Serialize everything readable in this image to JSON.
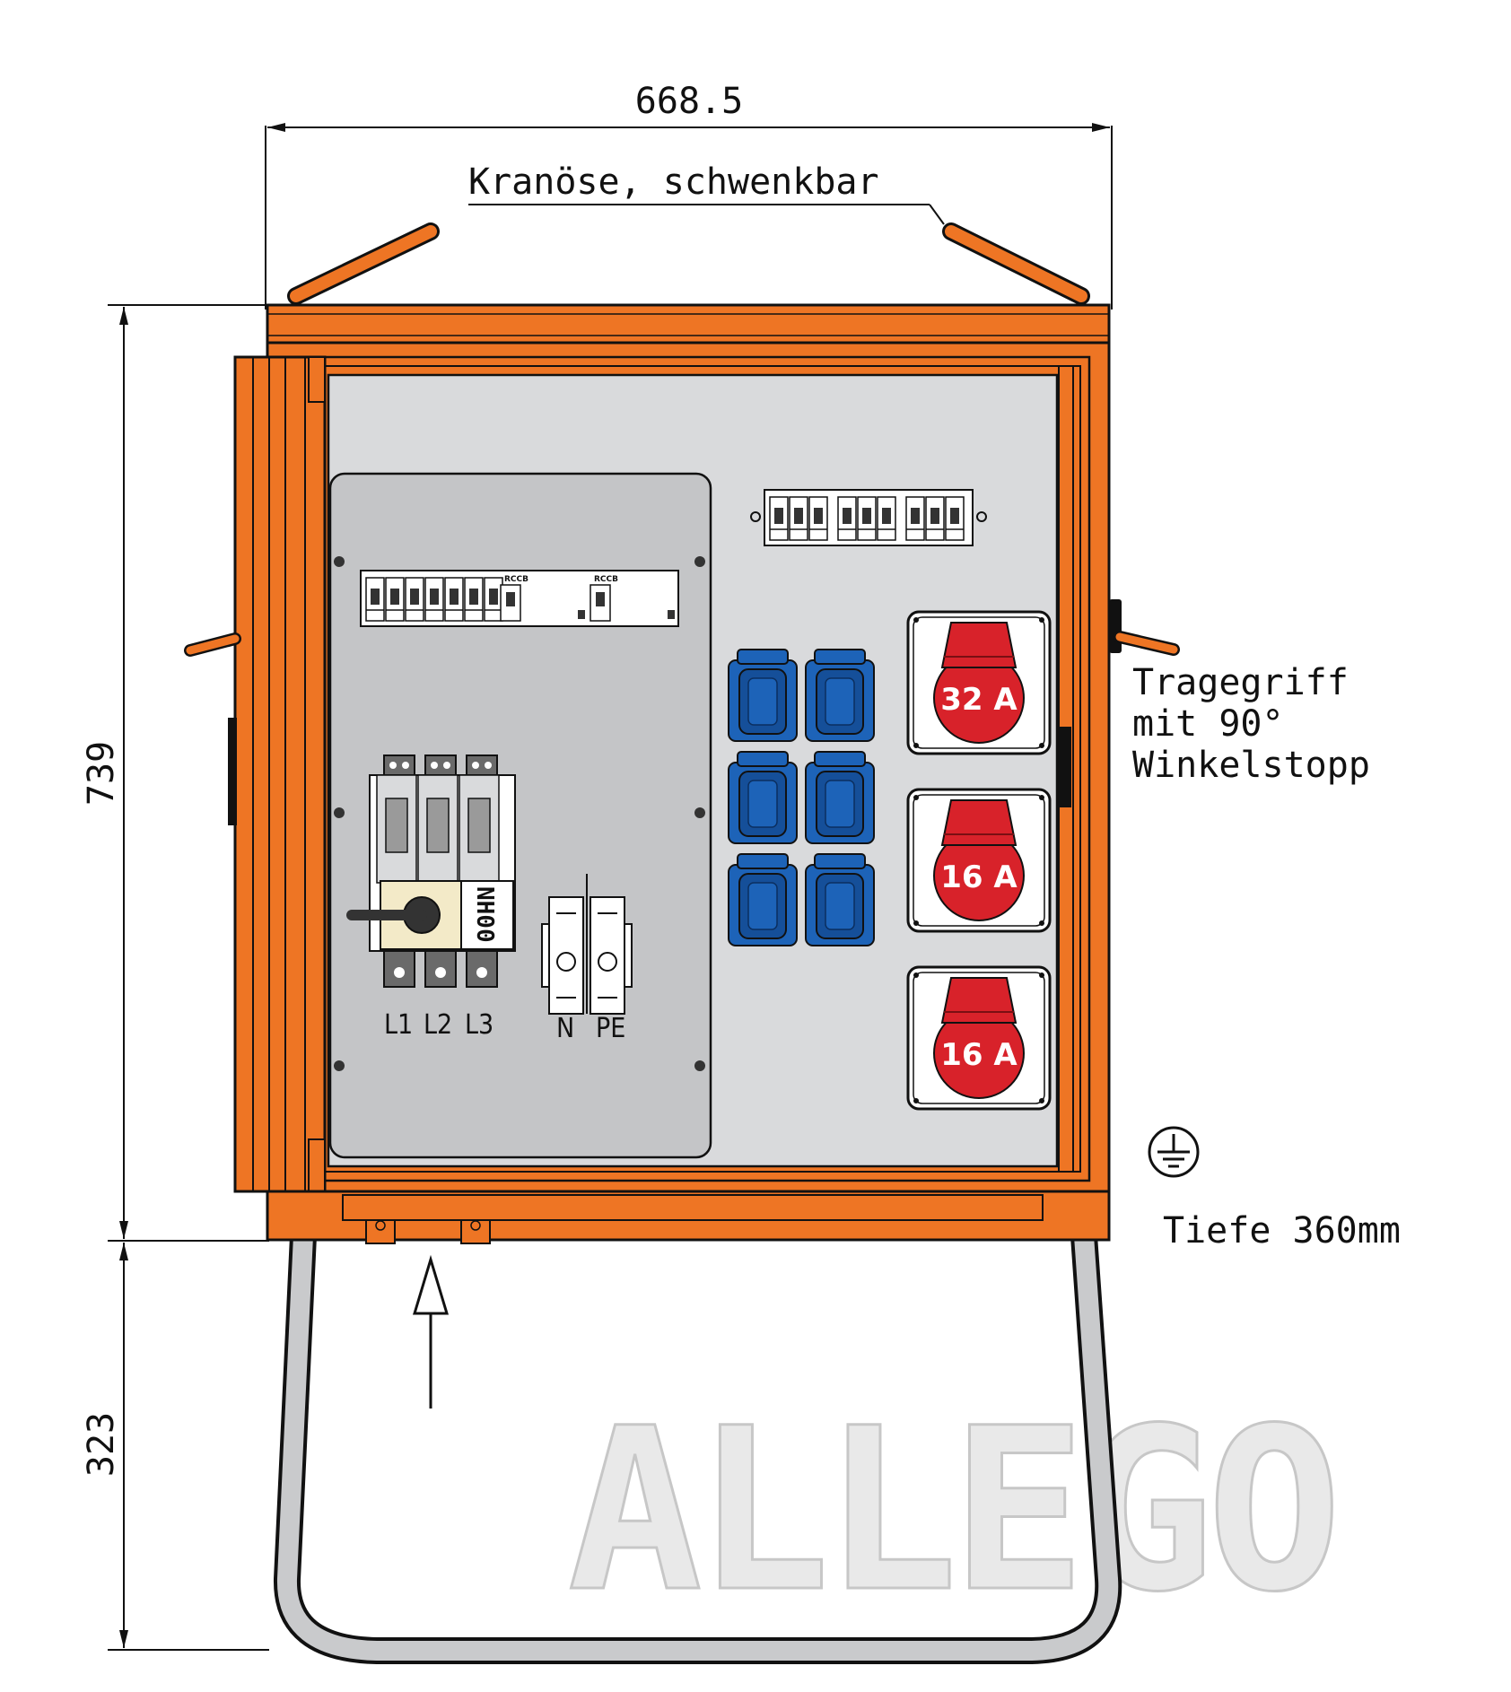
{
  "dimensions": {
    "width": "668.5",
    "height_cabinet": "739",
    "height_stand": "323"
  },
  "labels": {
    "crane_eye": "Kranöse, schwenkbar",
    "handle_line1": "Tragegriff",
    "handle_line2": "mit 90°",
    "handle_line3": "Winkelstopp",
    "depth": "Tiefe 360mm",
    "switch_text": "NH00",
    "rccb_1": "RCCB",
    "rccb_2": "RCCB",
    "phase_l1": "L1",
    "phase_l2": "L2",
    "phase_l3": "L3",
    "neutral": "N",
    "protective_earth": "PE"
  },
  "cee_sockets": [
    {
      "rating": "32 A"
    },
    {
      "rating": "16 A"
    },
    {
      "rating": "16 A"
    }
  ],
  "schuko_socket_count": 6,
  "watermark": "ALLEGO",
  "colors": {
    "enclosure_orange": "#ee7524",
    "panel_grey": "#d9dadc",
    "schuko_blue": "#1d63b8",
    "cee_red": "#d8222a",
    "stand_grey": "#c9cacc"
  },
  "icons": [
    "ground-symbol-icon",
    "insert-arrow-icon",
    "crane-eye-icon"
  ]
}
